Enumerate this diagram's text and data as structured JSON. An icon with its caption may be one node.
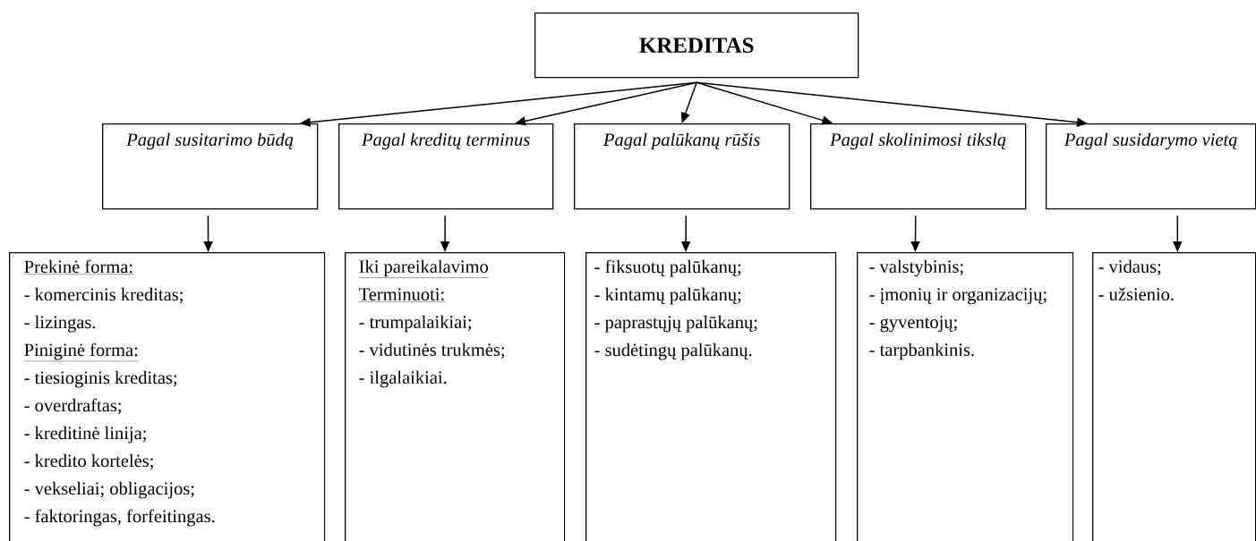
{
  "diagram": {
    "nodes": [
      {
        "text": [
          "KREDITAS"
        ]
      },
      {
        "text": [
          "Pagal susitarimo būdą"
        ]
      },
      {
        "text": [
          "Pagal kreditų terminus"
        ]
      },
      {
        "text": [
          "Pagal palūkanų rūšis"
        ]
      },
      {
        "text": [
          "Pagal skolinimosi tikslą"
        ]
      },
      {
        "text": [
          "Pagal susidarymo vietą"
        ]
      },
      {
        "text": [
          "Prekinė forma:",
          "- komercinis kreditas;",
          "- lizingas.",
          "Piniginė forma:",
          "- tiesioginis kreditas;",
          "- overdraftas;",
          "- kreditinė linija;",
          "- kredito kortelės;",
          "- vekseliai; obligacijos;",
          "- faktoringas, forfeitingas."
        ]
      },
      {
        "text": [
          "Iki pareikalavimo",
          "Terminuoti:",
          "- trumpalaikiai;",
          "- vidutinės trukmės;",
          "- ilgalaikiai."
        ]
      },
      {
        "text": [
          "- fiksuotų palūkanų;",
          "- kintamų palūkanų;",
          "- paprastųjų palūkanų;",
          "- sudėtingų palūkanų."
        ]
      },
      {
        "text": [
          "- valstybinis;",
          "- įmonių ir organizacijų;",
          "- gyventojų;",
          "- tarpbankinis."
        ]
      },
      {
        "text": [
          "- vidaus;",
          "- užsienio."
        ]
      }
    ],
    "edges": [
      {
        "from": 0,
        "to": 1,
        "arrow": "to"
      },
      {
        "from": 0,
        "to": 2,
        "arrow": "to"
      },
      {
        "from": 0,
        "to": 3,
        "arrow": "to"
      },
      {
        "from": 0,
        "to": 4,
        "arrow": "to"
      },
      {
        "from": 0,
        "to": 5,
        "arrow": "to"
      },
      {
        "from": 1,
        "to": 6,
        "arrow": "to"
      },
      {
        "from": 2,
        "to": 7,
        "arrow": "to"
      },
      {
        "from": 3,
        "to": 8,
        "arrow": "to"
      },
      {
        "from": 4,
        "to": 9,
        "arrow": "to"
      },
      {
        "from": 5,
        "to": 10,
        "arrow": "to"
      }
    ]
  }
}
